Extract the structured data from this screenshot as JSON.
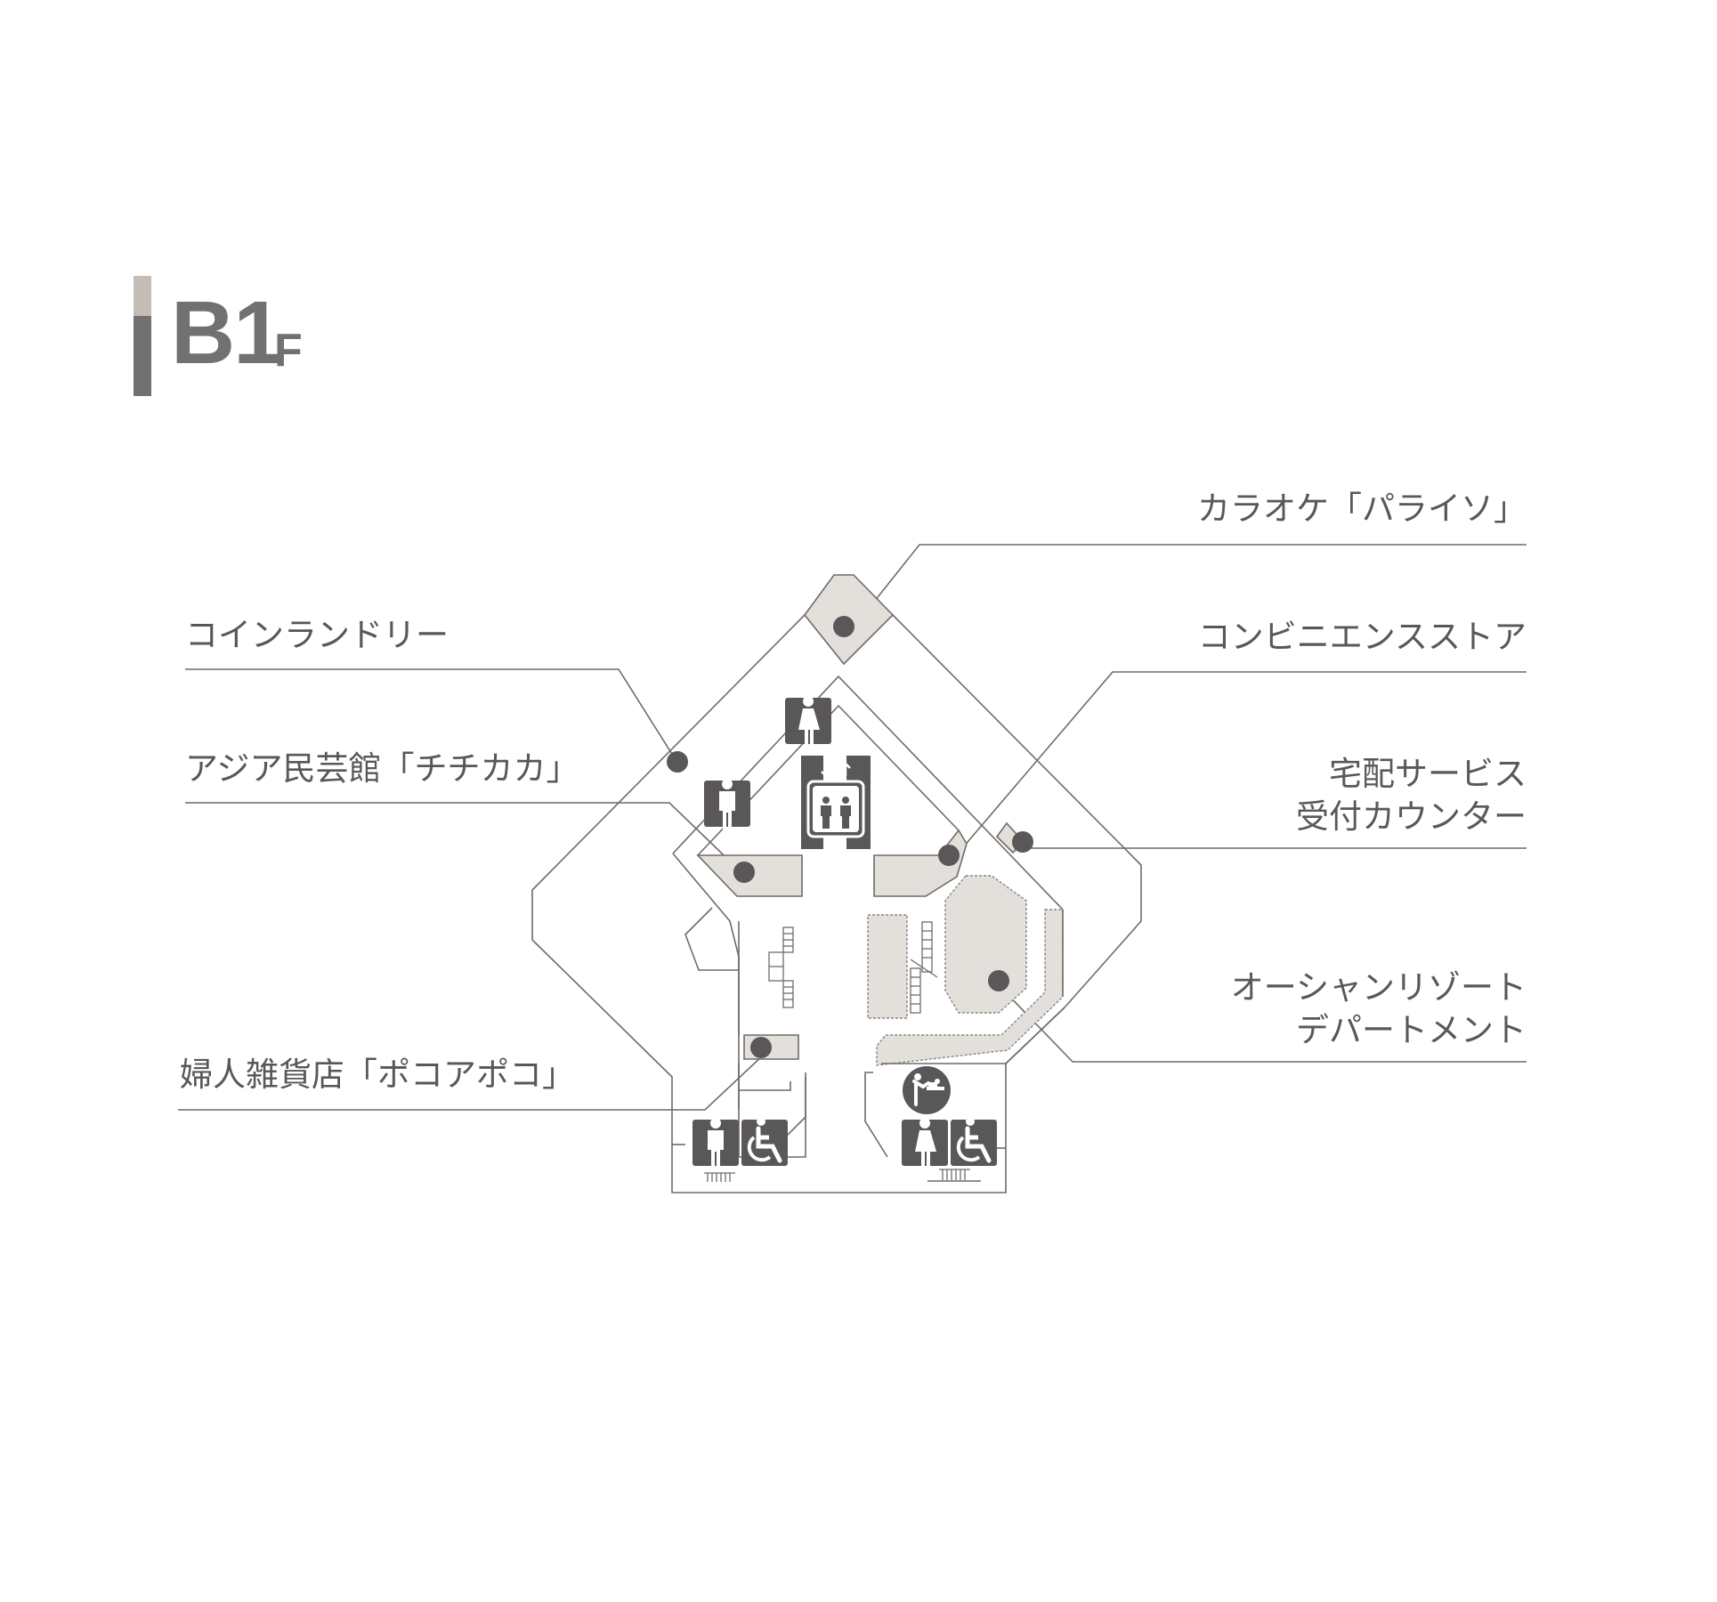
{
  "floor": {
    "number": "B1",
    "suffix": "F"
  },
  "colors": {
    "line": "#6f6b68",
    "shop_fill": "#e3dfdb",
    "marker": "#595757",
    "icon_bg": "#595757",
    "title_bar_light": "#c4bdb6",
    "title_bar_dark": "#727171"
  },
  "shops": [
    {
      "id": "karaoke",
      "label": "カラオケ「パライソ」",
      "side": "right"
    },
    {
      "id": "convenience",
      "label": "コンビニエンスストア",
      "side": "right"
    },
    {
      "id": "delivery",
      "label_line1": "宅配サービス",
      "label_line2": "受付カウンター",
      "side": "right"
    },
    {
      "id": "department",
      "label_line1": "オーシャンリゾート",
      "label_line2": "デパートメント",
      "side": "right"
    },
    {
      "id": "laundry",
      "label": "コインランドリー",
      "side": "left"
    },
    {
      "id": "asia",
      "label": "アジア民芸館「チチカカ」",
      "side": "left"
    },
    {
      "id": "women",
      "label": "婦人雑貨店「ポコアポコ」",
      "side": "left"
    }
  ],
  "facilities": [
    {
      "icon": "womens-restroom-icon"
    },
    {
      "icon": "mens-restroom-icon"
    },
    {
      "icon": "elevator-icon"
    },
    {
      "icon": "mens-restroom-icon"
    },
    {
      "icon": "accessible-restroom-icon"
    },
    {
      "icon": "baby-changing-icon"
    },
    {
      "icon": "womens-restroom-icon"
    },
    {
      "icon": "accessible-restroom-icon"
    }
  ]
}
